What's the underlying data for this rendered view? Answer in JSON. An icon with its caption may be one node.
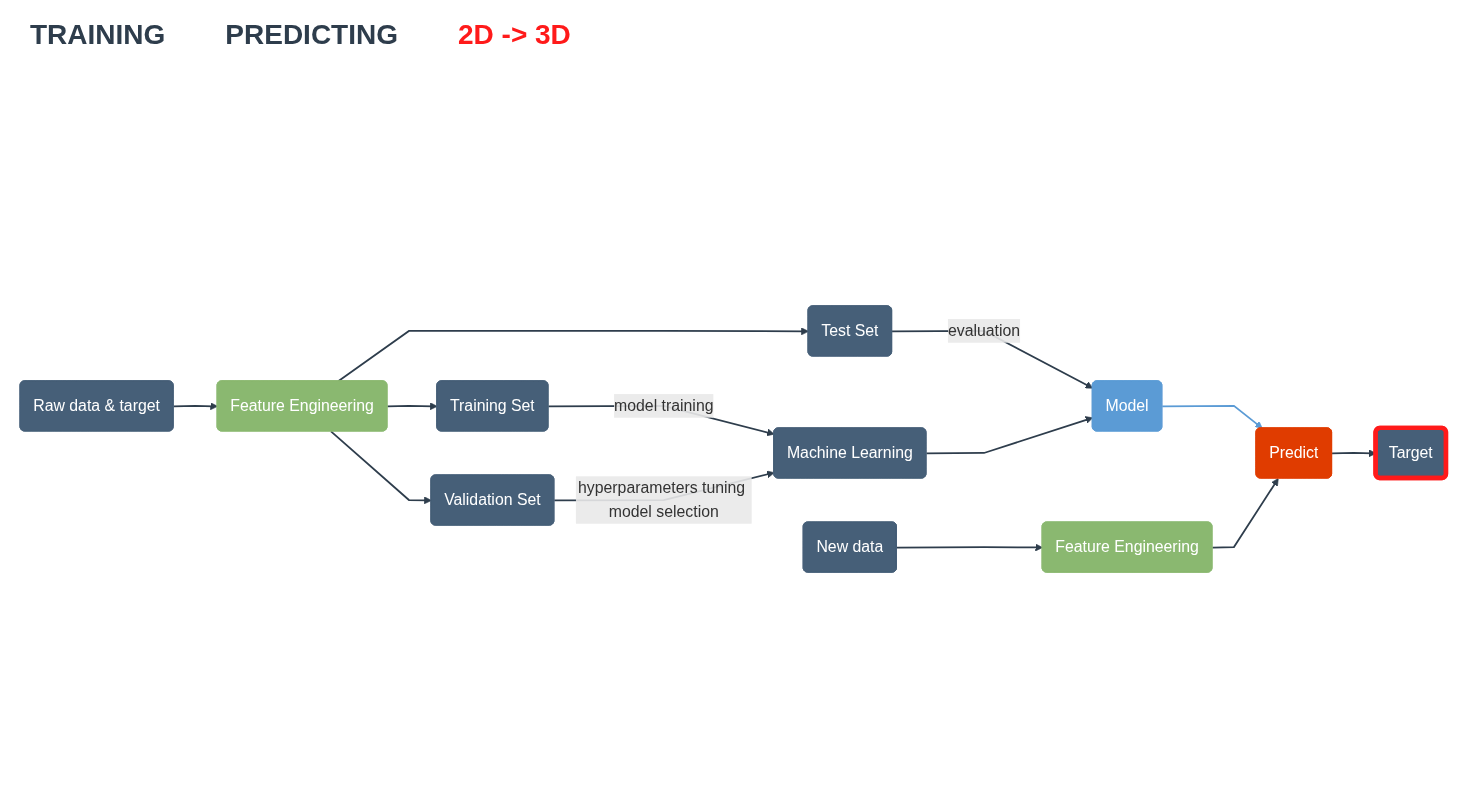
{
  "diagram": {
    "nodes": [
      {
        "text": [
          "Raw data & target"
        ]
      },
      {
        "text": [
          "Feature Engineering"
        ]
      },
      {
        "text": [
          "Training Set"
        ]
      },
      {
        "text": [
          "Validation Set"
        ]
      },
      {
        "text": [
          "Test Set"
        ]
      },
      {
        "text": [
          "Machine Learning"
        ]
      },
      {
        "text": [
          "Model"
        ]
      },
      {
        "text": [
          "New data"
        ]
      },
      {
        "text": [
          "Feature Engineering"
        ]
      },
      {
        "text": [
          "Predict"
        ]
      },
      {
        "text": [
          "Target"
        ]
      }
    ],
    "edges": [
      {
        "from": 0,
        "to": 1,
        "arrow": "to"
      },
      {
        "from": 1,
        "to": 2,
        "arrow": "to"
      },
      {
        "from": 1,
        "to": 3,
        "arrow": "to"
      },
      {
        "from": 1,
        "to": 4,
        "arrow": "to"
      },
      {
        "from": 2,
        "to": 5,
        "arrow": "to",
        "label": "model training"
      },
      {
        "from": 3,
        "to": 5,
        "arrow": "to",
        "label": "hyperparameters tuning model selection"
      },
      {
        "from": 4,
        "to": 6,
        "arrow": "to",
        "label": "evaluation"
      },
      {
        "from": 5,
        "to": 6,
        "arrow": "to"
      },
      {
        "from": 6,
        "to": 9,
        "arrow": "to",
        "color": "#5b9bd5"
      },
      {
        "from": 7,
        "to": 8,
        "arrow": "to"
      },
      {
        "from": 8,
        "to": 9,
        "arrow": "to"
      },
      {
        "from": 9,
        "to": 10,
        "arrow": "to"
      }
    ],
    "labels": [
      "TRAINING",
      "PREDICTING",
      "2D -> 3D"
    ]
  }
}
